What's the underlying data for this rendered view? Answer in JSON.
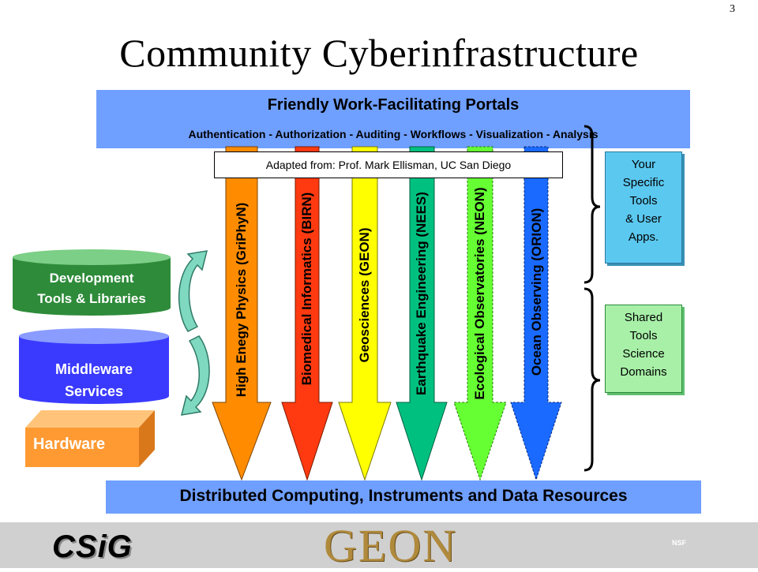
{
  "page_number": "3",
  "title": "Community Cyberinfrastructure",
  "portal": {
    "title": "Friendly Work-Facilitating Portals",
    "subtitle": "Authentication - Authorization - Auditing - Workflows - Visualization - Analysis"
  },
  "credit": "Adapted from: Prof. Mark Ellisman, UC San Diego",
  "stack": {
    "development_line1": "Development",
    "development_line2": "Tools & Libraries",
    "middleware_line1": "Middleware",
    "middleware_line2": "Services",
    "hardware": "Hardware"
  },
  "domains": [
    {
      "label": "High Enegy Physics (GriPhyN)",
      "color": "#ff8c00"
    },
    {
      "label": "Biomedical Informatics (BIRN)",
      "color": "#ff3a10"
    },
    {
      "label": "Geosciences (GEON)",
      "color": "#ffff00"
    },
    {
      "label": "Earthquake Engineering (NEES)",
      "color": "#00c080"
    },
    {
      "label": "Ecological Observatories (NEON)",
      "color": "#66ff33"
    },
    {
      "label": "Ocean Observing (ORION)",
      "color": "#1a6aff"
    }
  ],
  "side_boxes": {
    "specific": [
      "Your",
      "Specific",
      "Tools",
      "& User",
      "Apps."
    ],
    "shared": [
      "Shared",
      "Tools",
      "Science",
      "Domains"
    ]
  },
  "bottom_bar": "Distributed Computing, Instruments and Data Resources",
  "footer": {
    "left_logo": "CSiG",
    "center_logo": "GEON",
    "right_logo": "NSF"
  },
  "colors": {
    "portal_bar": "#6f9fff",
    "development": "#2e8b3a",
    "middleware": "#3a3aff",
    "hardware": "#ff9a33",
    "cycle_arrows": "#7fd8c0"
  }
}
